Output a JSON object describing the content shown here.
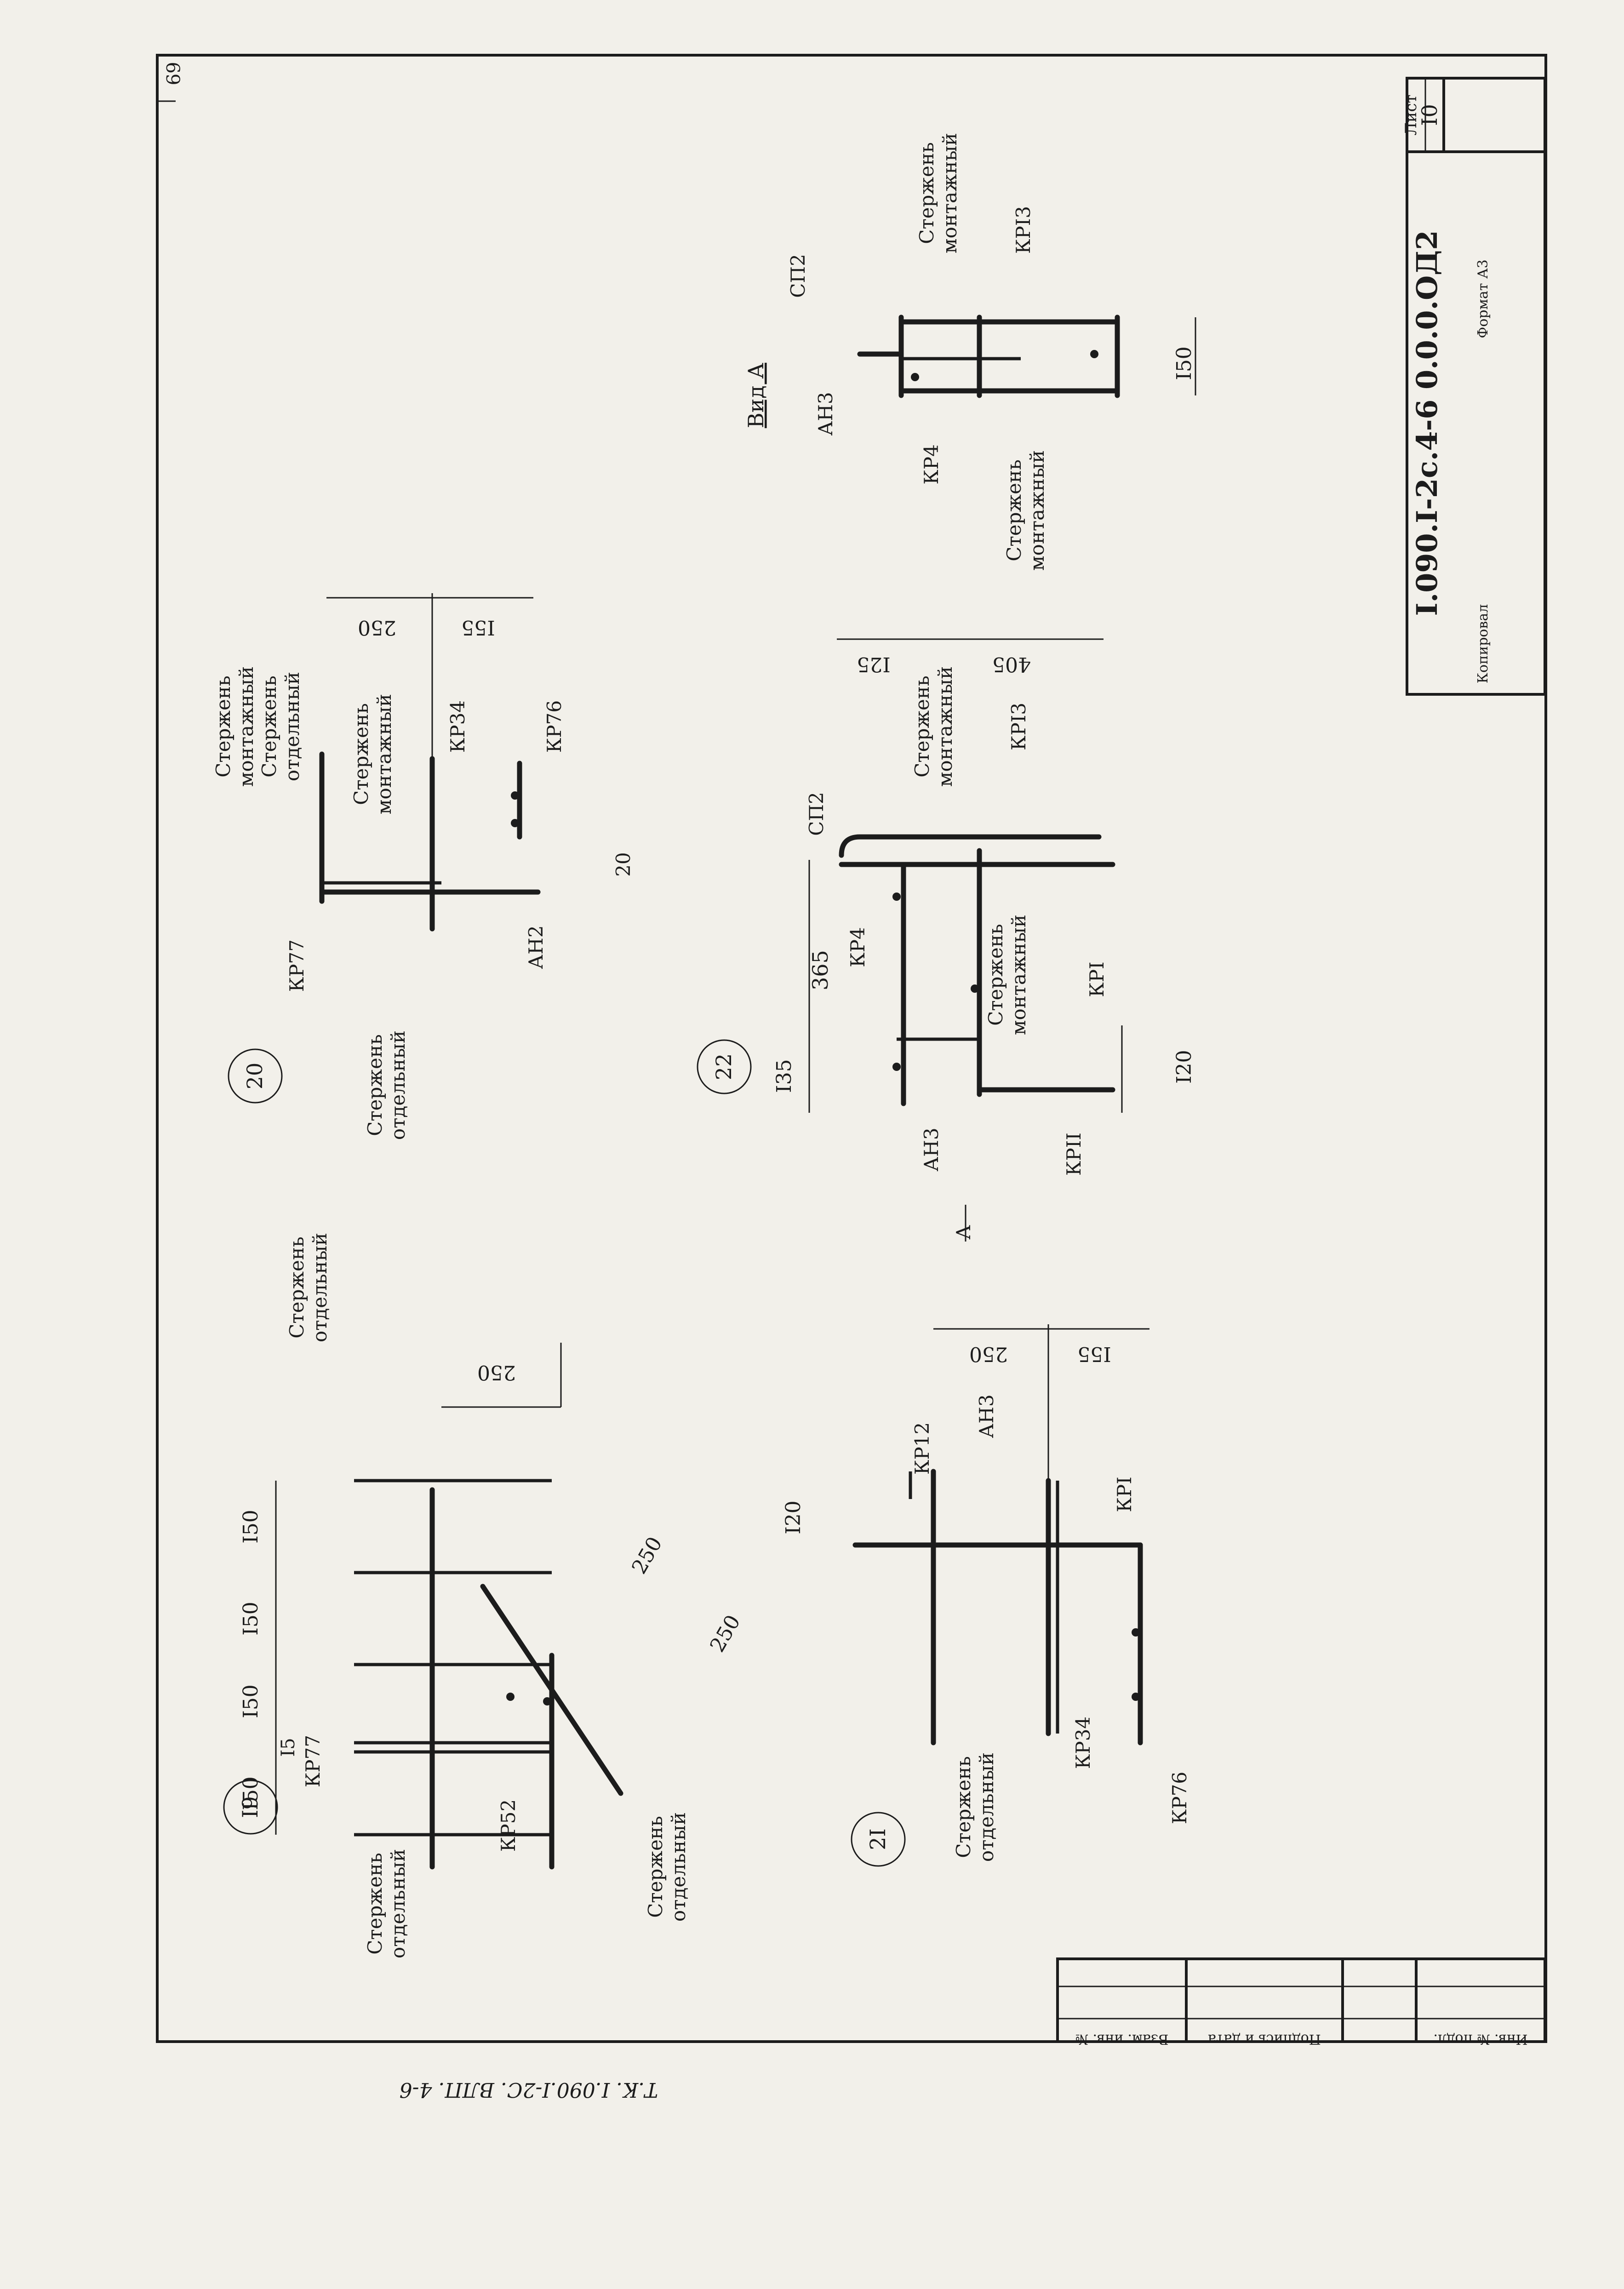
{
  "page": {
    "number": "69"
  },
  "title_block": {
    "designation": "I.090.I-2с.4-6 0.0.0.ОД2",
    "sheet_label": "Лист",
    "sheet_number": "I0",
    "copied": "Копировал",
    "format": "Формат А3"
  },
  "side_stamp": {
    "inv_orig": "Инв. № подл.",
    "sign_date": "Подпись и дата",
    "replace": "Взам. инв. №"
  },
  "bottom_note": "Т.К. I.090.I-2С. ВЛП. 4-6",
  "common": {
    "rod_separate": [
      "Стержень",
      "отдельный"
    ],
    "rod_mounting": [
      "Стержень",
      "монтажный"
    ]
  },
  "node19": {
    "id": "I9",
    "dims": [
      "I50",
      "I50",
      "I50",
      "I5",
      "I50",
      "250",
      "250",
      "250"
    ],
    "marks": [
      "КР77",
      "КР52"
    ]
  },
  "node20": {
    "id": "20",
    "dims": [
      "250",
      "I55",
      "20"
    ],
    "marks": [
      "КР77",
      "КР34",
      "КР76",
      "АН2"
    ]
  },
  "node21": {
    "id": "2I",
    "dims": [
      "I20",
      "250",
      "I55"
    ],
    "marks": [
      "КР12",
      "АН3",
      "КРI",
      "КР34",
      "КР76"
    ]
  },
  "node22": {
    "id": "22",
    "dims": [
      "365",
      "I35",
      "I20",
      "I25",
      "405"
    ],
    "marks": [
      "СП2",
      "КР4",
      "КРI3",
      "КРI",
      "КРII",
      "АН3"
    ],
    "view_arrow": "А"
  },
  "view_a": {
    "title": "Вид А",
    "dims": [
      "I50"
    ],
    "marks": [
      "СП2",
      "АН3",
      "КР4",
      "КРI3"
    ]
  }
}
